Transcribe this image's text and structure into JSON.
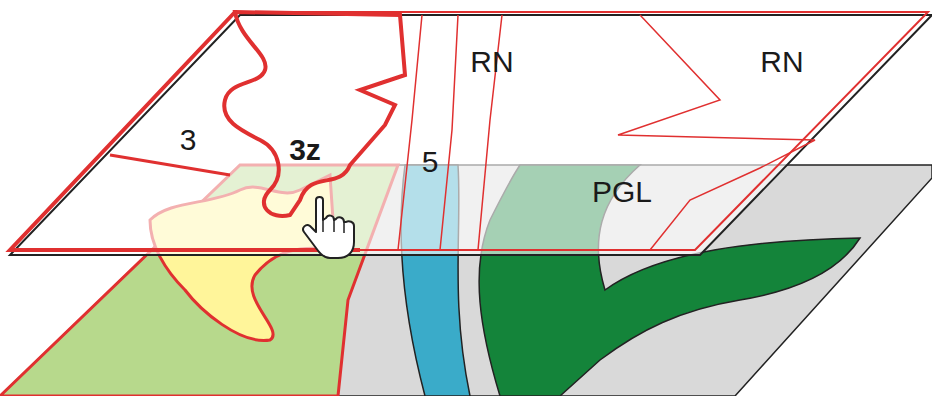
{
  "diagram": {
    "labels": [
      "3",
      "3z",
      "5",
      "RN",
      "RN",
      "PGL"
    ]
  }
}
